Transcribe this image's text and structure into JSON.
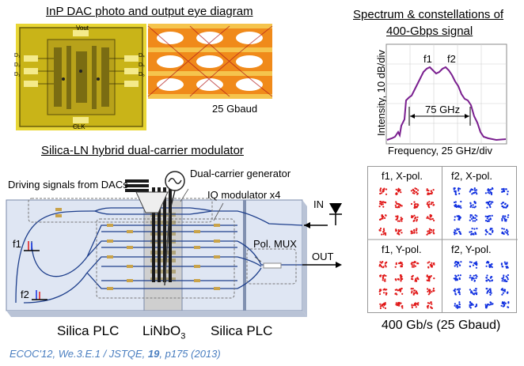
{
  "titles": {
    "dac": "InP DAC photo and output eye diagram",
    "spectrum_line1": "Spectrum & constellations of",
    "spectrum_line2": "400-Gbps signal",
    "modulator": "Silica-LN hybrid dual-carrier modulator"
  },
  "dac_photo": {
    "vout": "Vout",
    "clk": "CLK",
    "left_pins": [
      "D₁",
      "D₂",
      "D₁"
    ],
    "right_pins": [
      "D₄",
      "D₅",
      "D₆"
    ]
  },
  "eye": {
    "baud_label": "25 Gbaud"
  },
  "spectrum": {
    "ylabel": "Intensity, 10 dB/div",
    "xlabel": "Frequency, 25 GHz/div",
    "peak_labels": [
      "f1",
      "f2"
    ],
    "bandwidth_label": "75 GHz"
  },
  "constellations": {
    "panels": [
      {
        "label": "f1, X-pol.",
        "color": "#e01818"
      },
      {
        "label": "f2, X-pol.",
        "color": "#1030e0"
      },
      {
        "label": "f1, Y-pol.",
        "color": "#e01818"
      },
      {
        "label": "f2, Y-pol.",
        "color": "#1030e0"
      }
    ],
    "caption": "400 Gb/s (25 Gbaud)"
  },
  "modulator": {
    "driving_label": "Driving signals from DACs",
    "dual_carrier": "Dual-carrier generator",
    "iq_mod": "IQ modulator x4",
    "in_label": "IN",
    "out_label": "OUT",
    "pol_mux": "Pol. MUX",
    "f1": "f1",
    "f2": "f2",
    "silica_left": "Silica PLC",
    "linbo3": "LiNbO",
    "linbo3_sub": "3",
    "silica_right": "Silica PLC"
  },
  "citation": {
    "pre": "ECOC'12, We.3.E.1 / JSTQE, ",
    "vol": "19",
    "post": ", p175 (2013)"
  },
  "colors": {
    "waveguide": "#1e3f8c",
    "chip_gold": "#d8c020",
    "curve": "#7a1f8f",
    "citation": "#4a7ec0"
  }
}
